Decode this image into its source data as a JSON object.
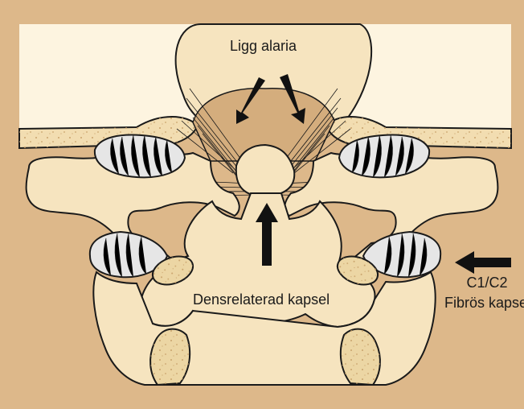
{
  "labels": {
    "ligg_alaria": "Ligg alaria",
    "densrelaterad_kapsel": "Densrelaterad kapsel",
    "c1c2": "C1/C2",
    "fibros_kapsel": "Fibrös kapsel"
  },
  "colors": {
    "background": "#ddb88a",
    "bone": "#f6e4bf",
    "inner_bone": "#f0dcaa",
    "cartilage": "#ecd6a4",
    "outline": "#1a1a1a",
    "skull_base": "#f2ddb1",
    "disc_gray": "#d9d9d9",
    "canal": "#d4ad7d"
  }
}
